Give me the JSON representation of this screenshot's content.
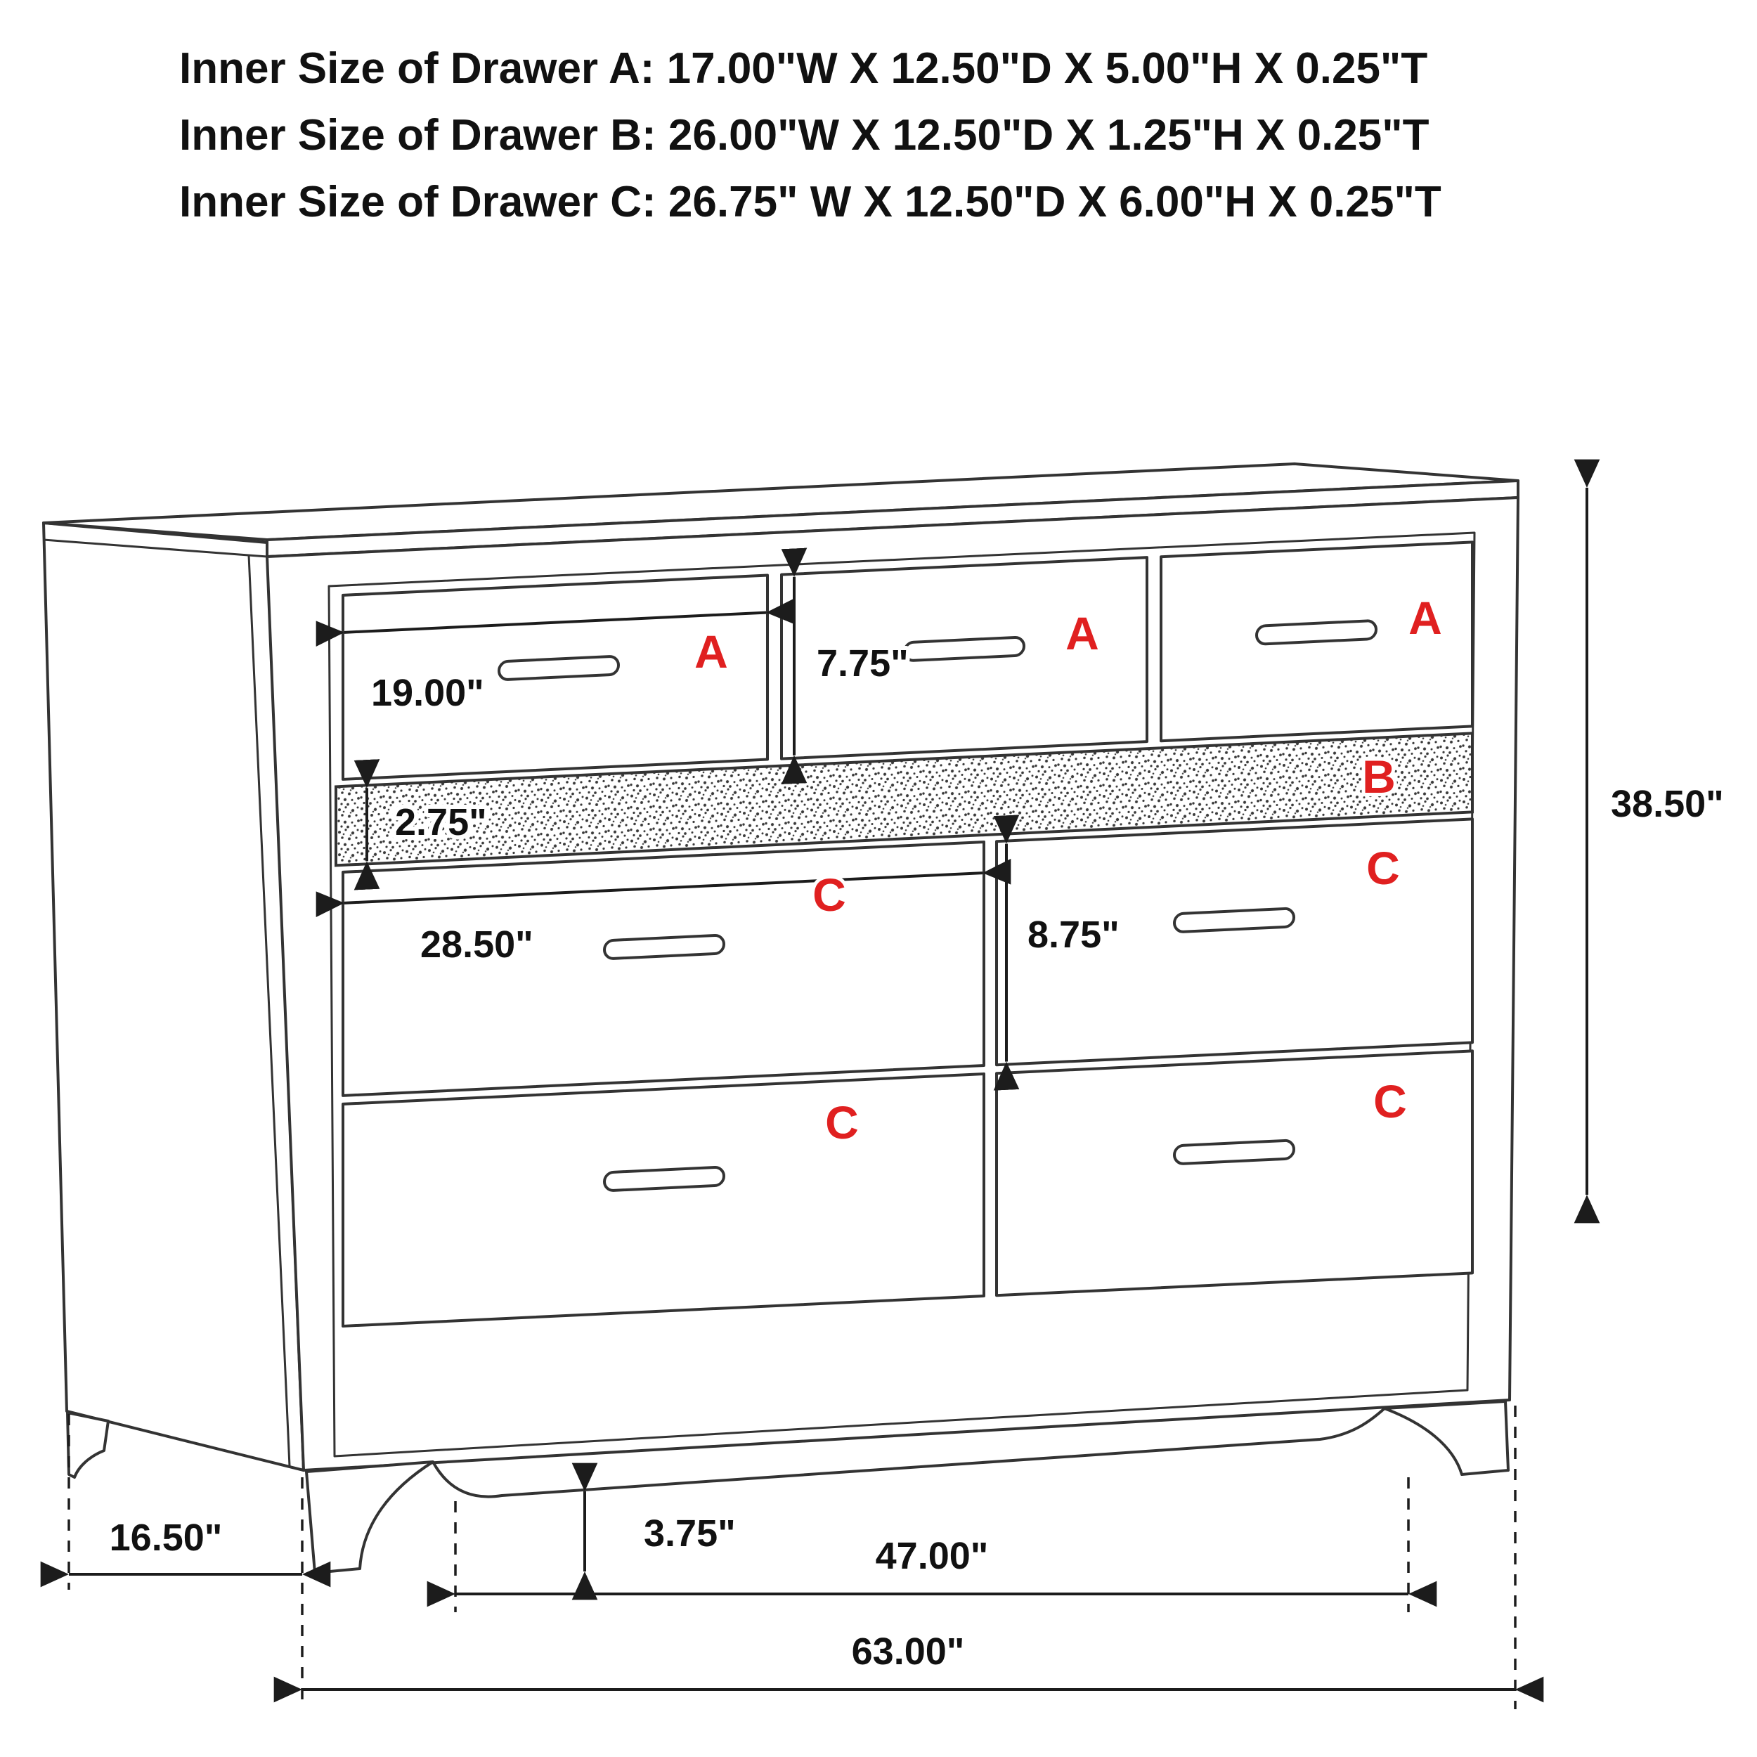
{
  "header": {
    "lines": [
      "Inner Size of Drawer A: 17.00\"W X 12.50\"D X 5.00\"H X 0.25\"T",
      "Inner Size of Drawer B: 26.00\"W X 12.50\"D X 1.25\"H X 0.25\"T",
      "Inner Size of Drawer C: 26.75\" W X 12.50\"D X 6.00\"H X 0.25\"T"
    ]
  },
  "drawer_markers": {
    "a": "A",
    "b": "B",
    "c": "C"
  },
  "dimensions": {
    "drawer_a_width": "19.00\"",
    "drawer_a_front_height": "7.75\"",
    "jewelry_tray_height": "2.75\"",
    "drawer_c_width": "28.50\"",
    "drawer_c_front_height": "8.75\"",
    "overall_height": "38.50\"",
    "foot_height": "3.75\"",
    "overall_depth": "16.50\"",
    "leg_span_width": "47.00\"",
    "overall_width": "63.00\""
  },
  "colors": {
    "background": "#ffffff",
    "line": "#333333",
    "dimension_text": "#111111",
    "marker_red": "#e02020"
  }
}
